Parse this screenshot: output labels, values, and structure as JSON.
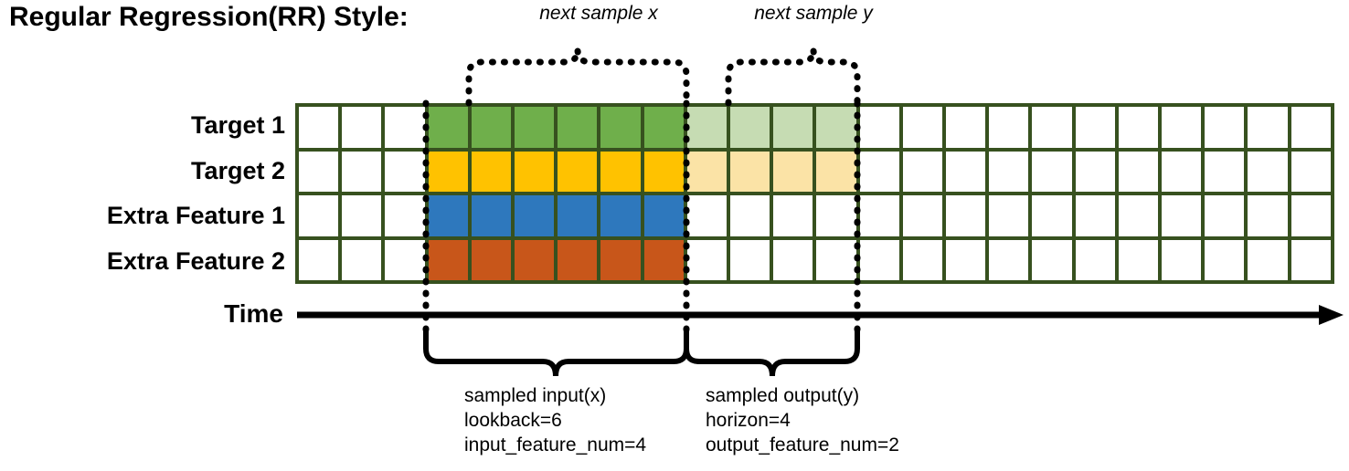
{
  "title": "Regular Regression(RR) Style:",
  "top_annotations": {
    "input_brace_label": "next sample x",
    "output_brace_label": "next sample y"
  },
  "rows": [
    {
      "label": "Target 1",
      "fill": "green",
      "faded_fill": "lightgreen"
    },
    {
      "label": "Target 2",
      "fill": "yellow",
      "faded_fill": "lightyellow"
    },
    {
      "label": "Extra Feature 1",
      "fill": "blue",
      "faded_fill": null
    },
    {
      "label": "Extra Feature 2",
      "fill": "orange",
      "faded_fill": null
    }
  ],
  "grid": {
    "total_columns": 24,
    "leading_blank_columns": 3,
    "input_start_column": 4,
    "input_columns": 6,
    "output_start_column": 10,
    "output_columns": 4,
    "trailing_blank_columns": 11,
    "border_color": "#37511F",
    "empty_cell_color": "#FFFFFF"
  },
  "time_axis": {
    "label": "Time",
    "arrow_direction": "right"
  },
  "bottom_annotations": {
    "input": {
      "line1": "sampled input(x)",
      "line2": "lookback=6",
      "line3": "input_feature_num=4"
    },
    "output": {
      "line1": "sampled output(y)",
      "line2": "horizon=4",
      "line3": "output_feature_num=2"
    }
  },
  "colors": {
    "green": "#6FAF4B",
    "yellow": "#FFC200",
    "blue": "#2E78BD",
    "orange": "#C8561A",
    "light_green": "#C6DCB3",
    "light_yellow": "#FBE3A6",
    "grid_border": "#37511F",
    "text": "#000000"
  }
}
